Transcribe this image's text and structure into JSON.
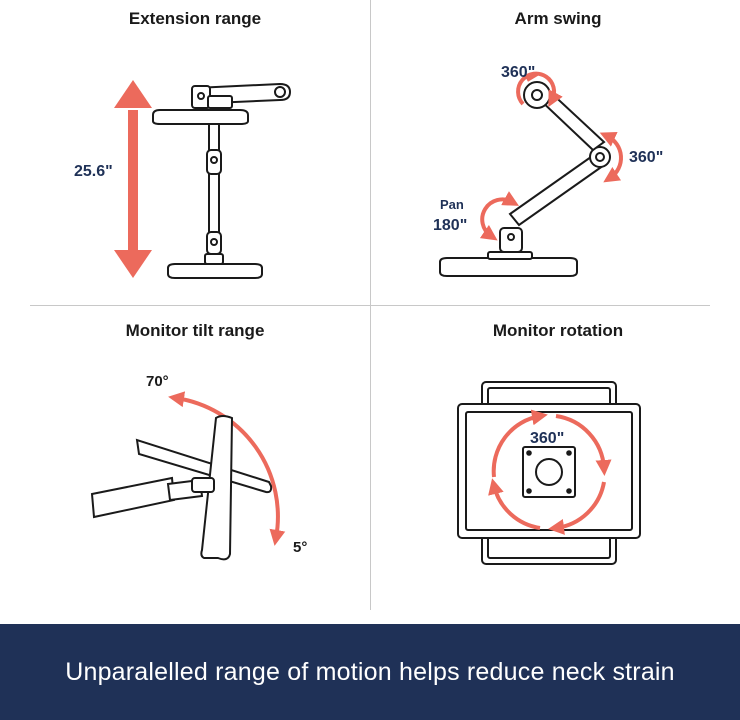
{
  "panels": {
    "extension": {
      "title": "Extension range",
      "value_label": "25.6\""
    },
    "arm_swing": {
      "title": "Arm swing",
      "top_label": "360\"",
      "right_label": "360\"",
      "pan_label": "Pan",
      "pan_value": "180\""
    },
    "tilt": {
      "title": "Monitor tilt range",
      "upper_label": "70°",
      "lower_label": "5°"
    },
    "rotation": {
      "title": "Monitor rotation",
      "value_label": "360\""
    }
  },
  "footer": {
    "text": "Unparalelled range of motion helps reduce neck strain"
  },
  "colors": {
    "accent": "#ec6a5c",
    "navy": "#1f3157",
    "outline": "#1a1a1a"
  }
}
